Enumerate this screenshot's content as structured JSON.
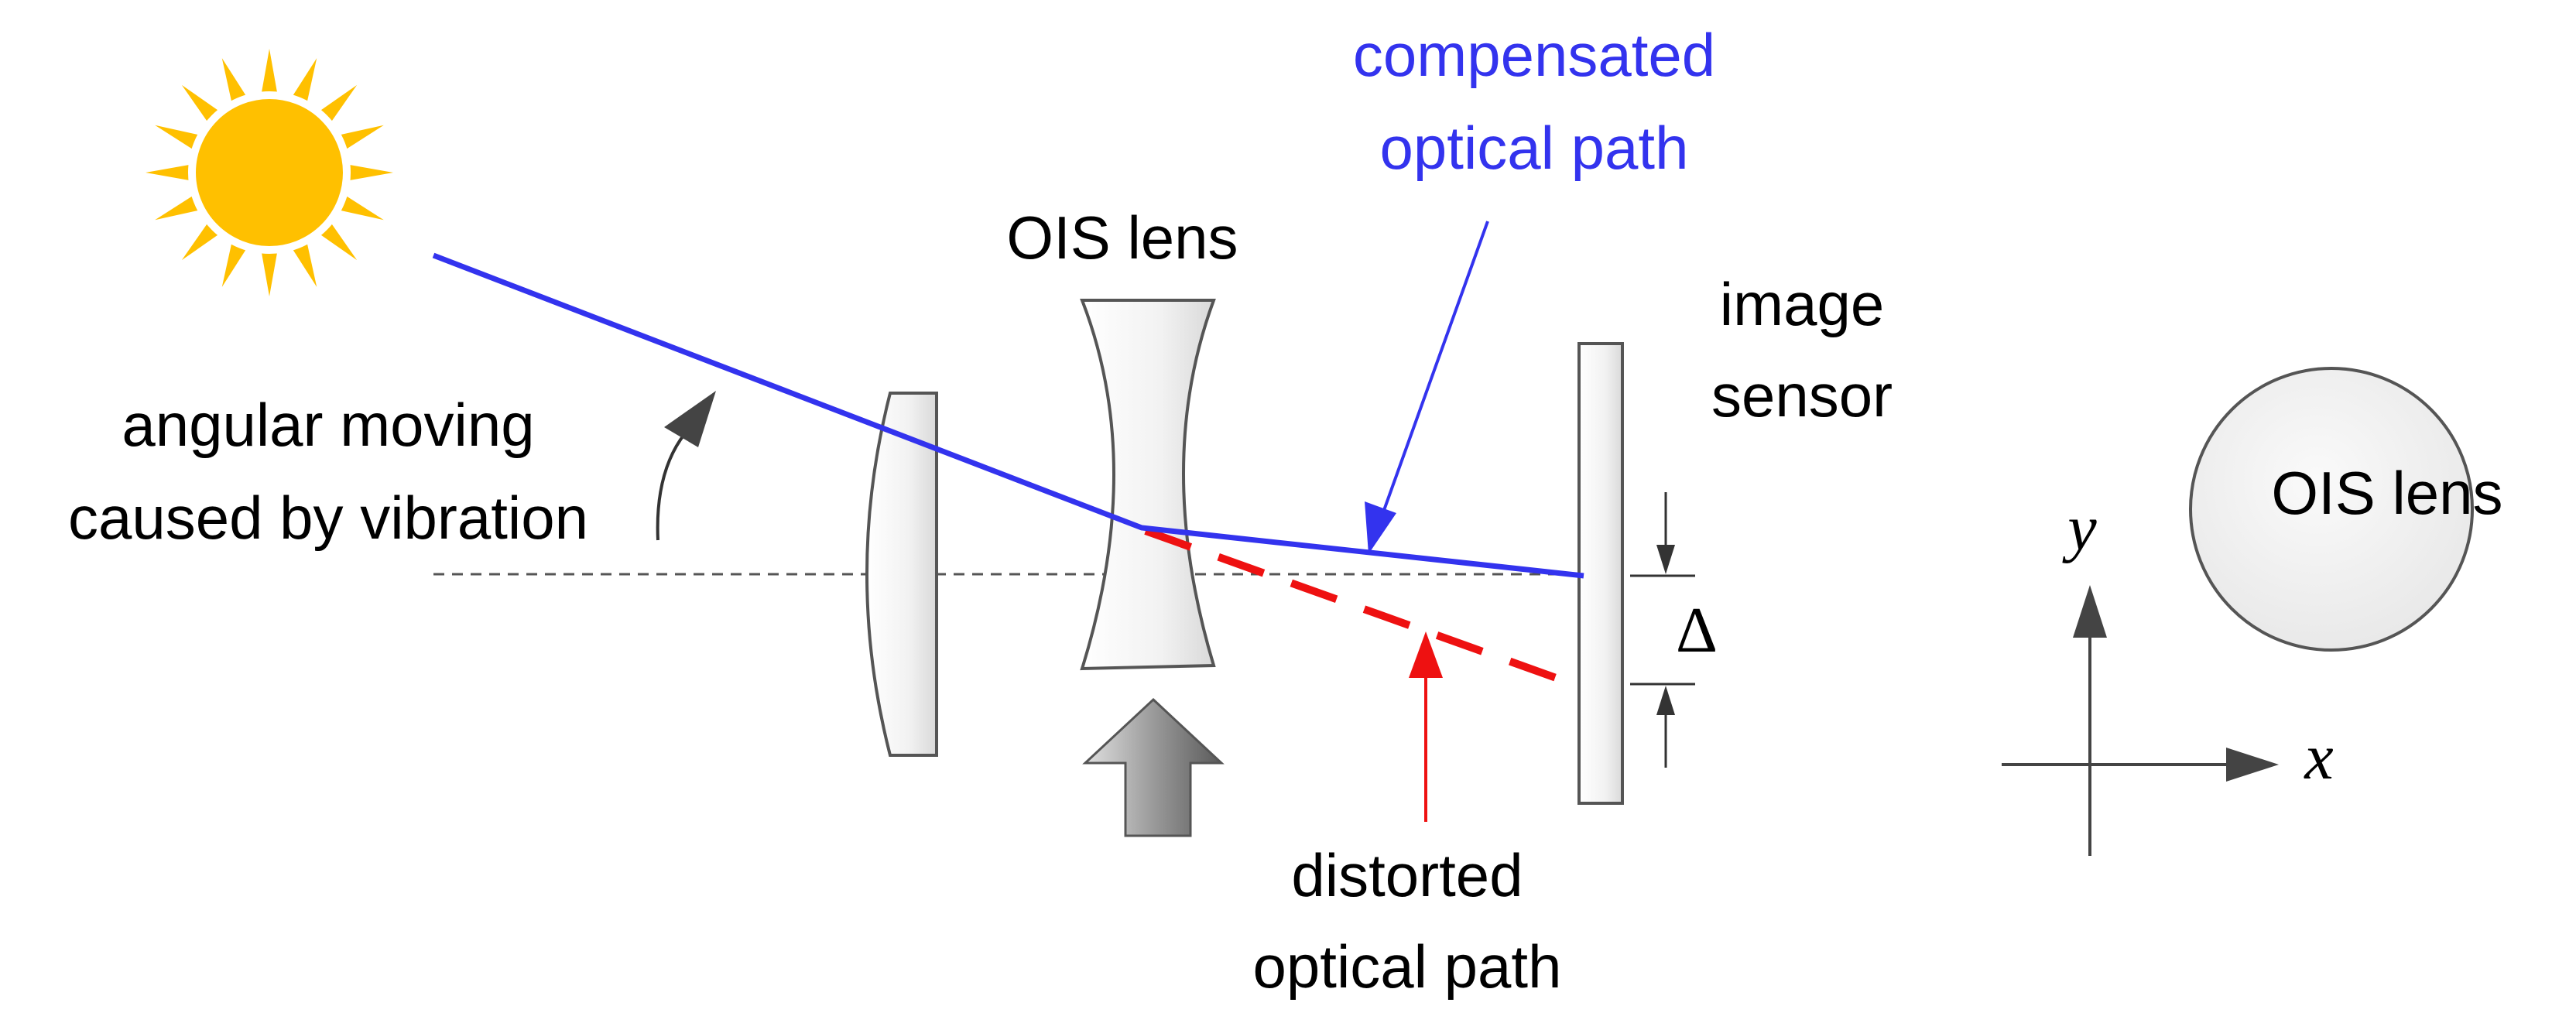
{
  "labels": {
    "compensated_line1": "compensated",
    "compensated_line2": "optical path",
    "ois_lens_top": "OIS lens",
    "image_sensor_line1": "image",
    "image_sensor_line2": "sensor",
    "angular_line1": "angular moving",
    "angular_line2": "caused by vibration",
    "distorted_line1": "distorted",
    "distorted_line2": "optical path",
    "delta": "Δ",
    "axis_y": "y",
    "axis_x": "x",
    "ois_lens_circle": "OIS lens"
  },
  "colors": {
    "compensated_path": "#3333ee",
    "distorted_path": "#ee1111",
    "sun_core": "#ffc000",
    "sun_rays": "#ffc000",
    "lens_fill": "#f2f2f2",
    "outline": "#555555"
  },
  "icons": {
    "sun": "sun-icon",
    "move_arrow": "up-arrow-icon",
    "rotation_arrow": "curved-arrow-icon"
  }
}
